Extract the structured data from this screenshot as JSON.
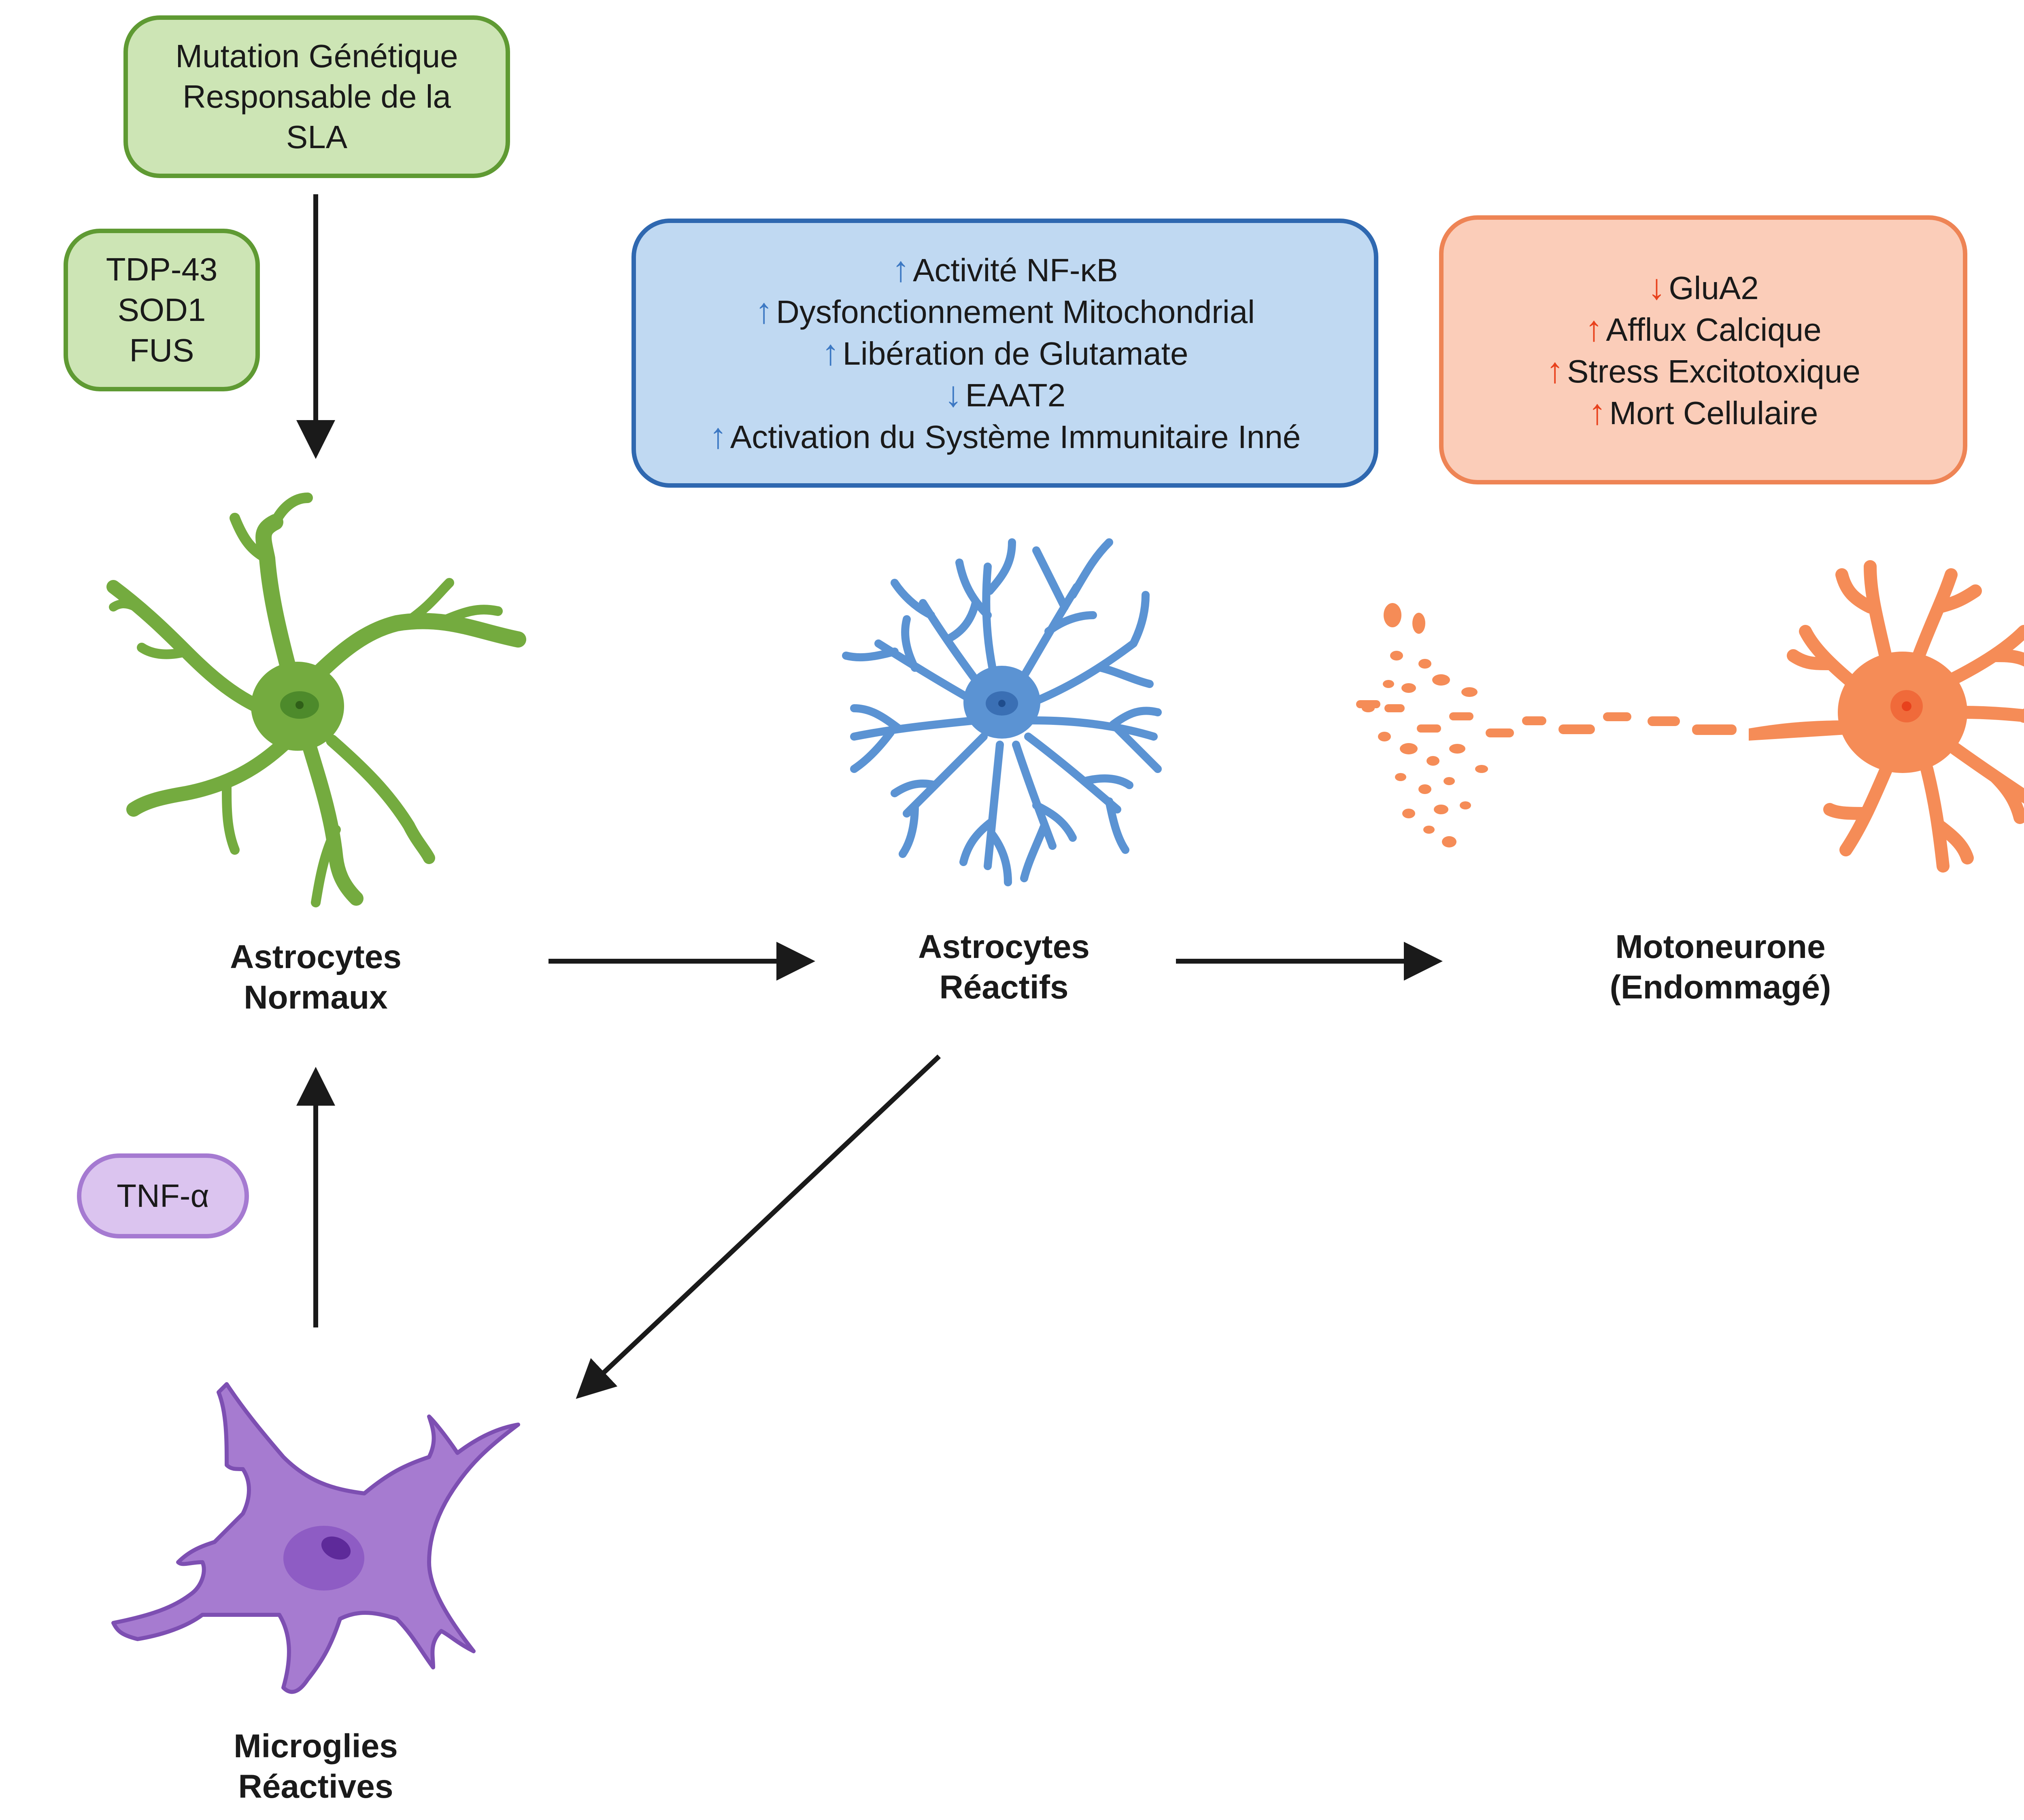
{
  "colors": {
    "green_fill": "#cde5b5",
    "green_border": "#5f9a33",
    "green_cell": "#74ab3f",
    "blue_fill": "#c0d9f2",
    "blue_border": "#2f68b0",
    "blue_cell": "#5b93d3",
    "salmon_fill": "#fbcdb9",
    "salmon_border": "#ee8455",
    "orange_cell": "#f58c57",
    "purple_fill": "#dbc4ef",
    "purple_border": "#a57ad1",
    "purple_cell": "#a67bd0",
    "arrow": "#1a1a1a"
  },
  "boxes": {
    "mutation": {
      "lines": [
        "Mutation Génétique",
        "Responsable de la",
        "SLA"
      ]
    },
    "genes": {
      "lines": [
        "TDP-43",
        "SOD1",
        "FUS"
      ]
    },
    "tnf": {
      "lines": [
        "TNF-α"
      ]
    },
    "reactive_astro_effects": {
      "items": [
        {
          "dir": "up",
          "text": "Activité NF-κB"
        },
        {
          "dir": "up",
          "text": "Dysfonctionnement Mitochondrial"
        },
        {
          "dir": "up",
          "text": "Libération de Glutamate"
        },
        {
          "dir": "down",
          "text": "EAAT2"
        },
        {
          "dir": "up",
          "text": "Activation du Système Immunitaire Inné"
        }
      ]
    },
    "neuron_effects": {
      "items": [
        {
          "dir": "down",
          "text": "GluA2"
        },
        {
          "dir": "up",
          "text": "Afflux Calcique"
        },
        {
          "dir": "up",
          "text": "Stress Excitotoxique"
        },
        {
          "dir": "up",
          "text": "Mort Cellulaire"
        }
      ]
    }
  },
  "cells": {
    "normal_astrocytes": {
      "label_lines": [
        "Astrocytes",
        "Normaux"
      ],
      "icon": "astrocyte-icon"
    },
    "reactive_astrocytes": {
      "label_lines": [
        "Astrocytes",
        "Réactifs"
      ],
      "icon": "reactive-astrocyte-icon"
    },
    "motor_neuron": {
      "label_lines": [
        "Motoneurone",
        "(Endommagé)"
      ],
      "icon": "damaged-neuron-icon"
    },
    "reactive_microglia": {
      "label_lines": [
        "Microglies",
        "Réactives"
      ],
      "icon": "microglia-icon"
    }
  },
  "arrow_glyphs": {
    "up": "↑",
    "down": "↓"
  }
}
